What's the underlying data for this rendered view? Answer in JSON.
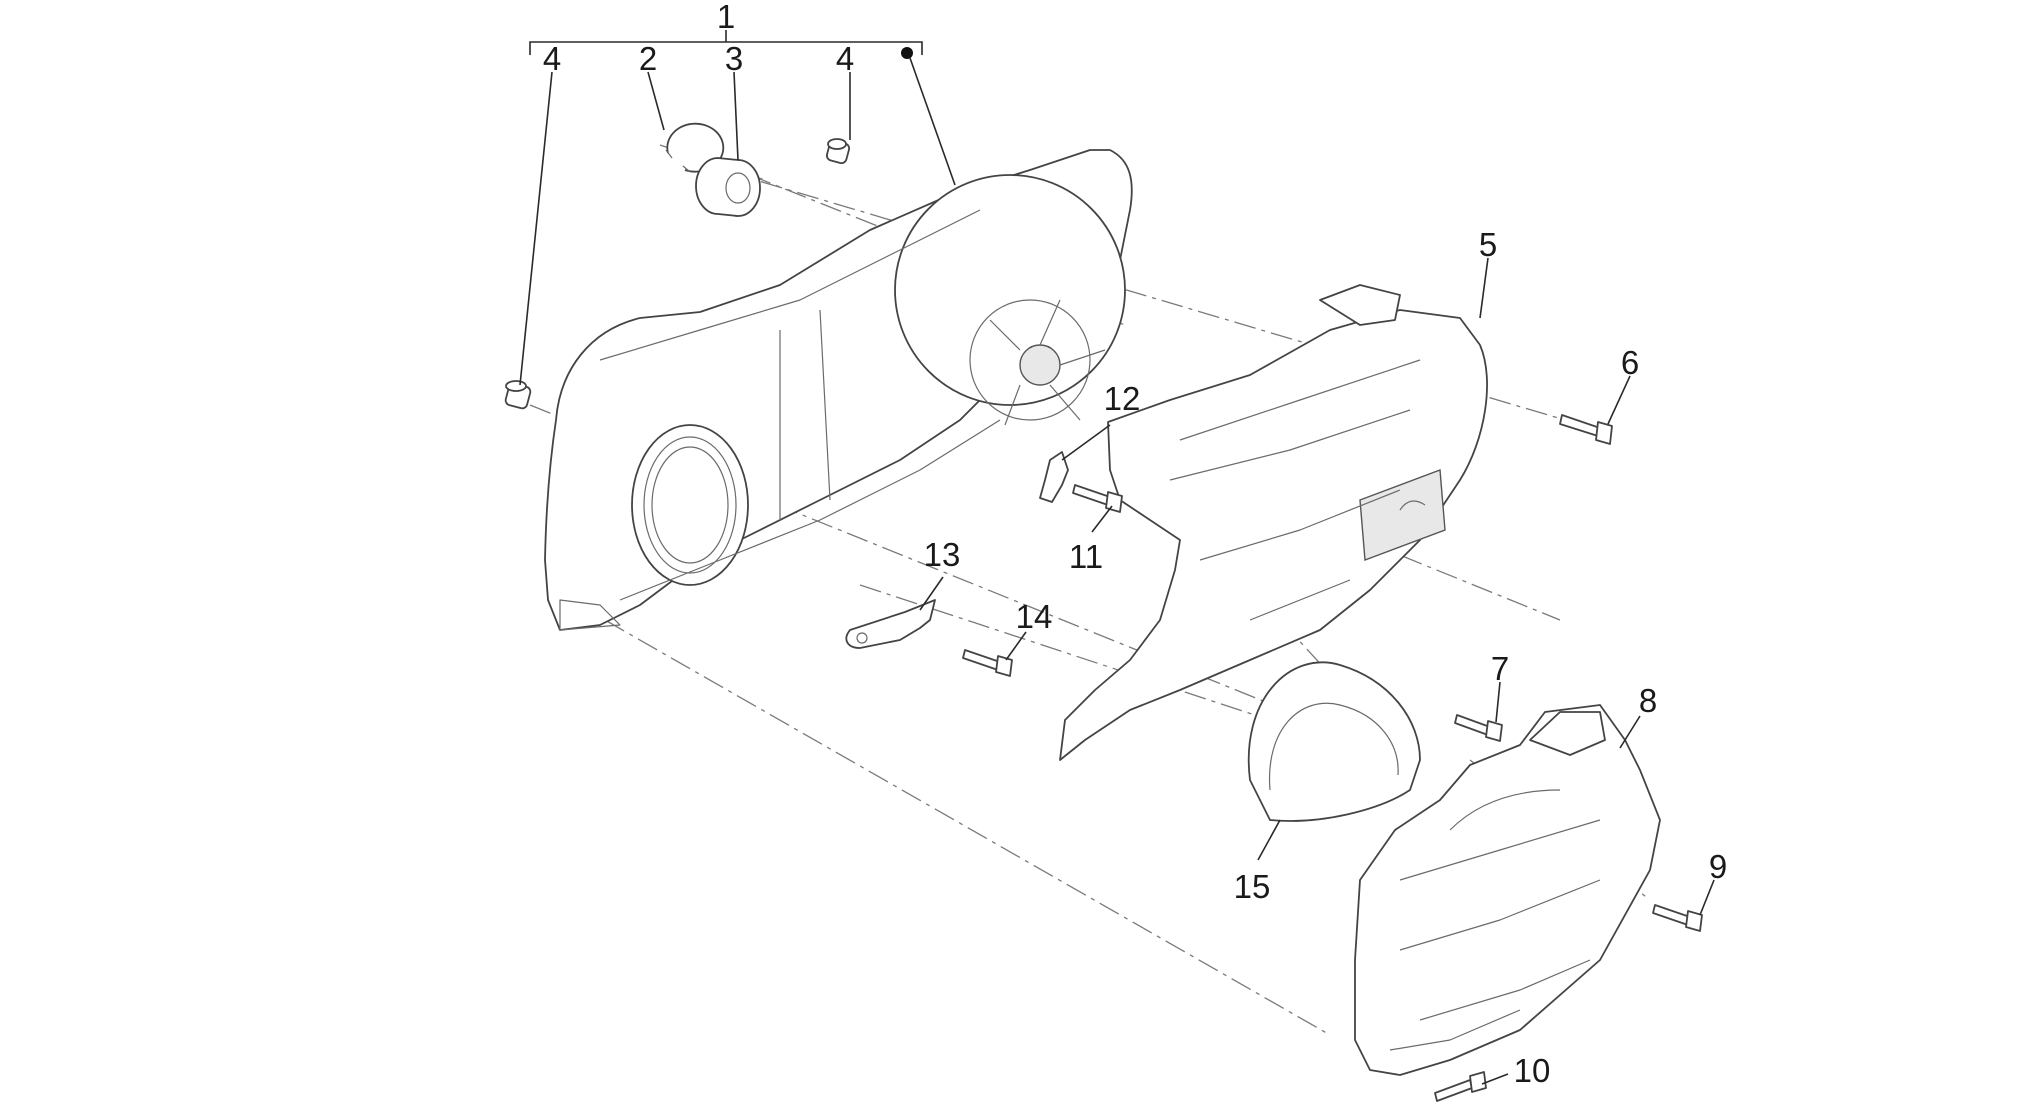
{
  "diagram": {
    "callouts": {
      "c1": "1",
      "c2": "2",
      "c3": "3",
      "c4a": "4",
      "c4b": "4",
      "c5": "5",
      "c6": "6",
      "c7": "7",
      "c8": "8",
      "c9": "9",
      "c10": "10",
      "c11": "11",
      "c12": "12",
      "c13": "13",
      "c14": "14",
      "c15": "15"
    },
    "colors": {
      "line": "#2a2a2a",
      "dash": "#7a7a7a",
      "background": "#ffffff"
    }
  }
}
